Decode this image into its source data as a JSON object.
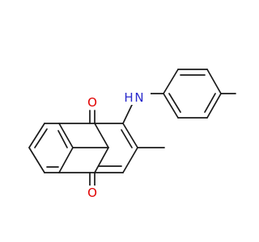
{
  "molecule": {
    "atoms": {
      "amine_n": "N",
      "amine_h": "H",
      "carbonyl_top_o": "O",
      "carbonyl_bottom_o": "O"
    },
    "colors": {
      "bond": "#1a1a1a",
      "nitrogen": "#2a2acc",
      "oxygen": "#e00000",
      "background": "#ffffff"
    }
  }
}
